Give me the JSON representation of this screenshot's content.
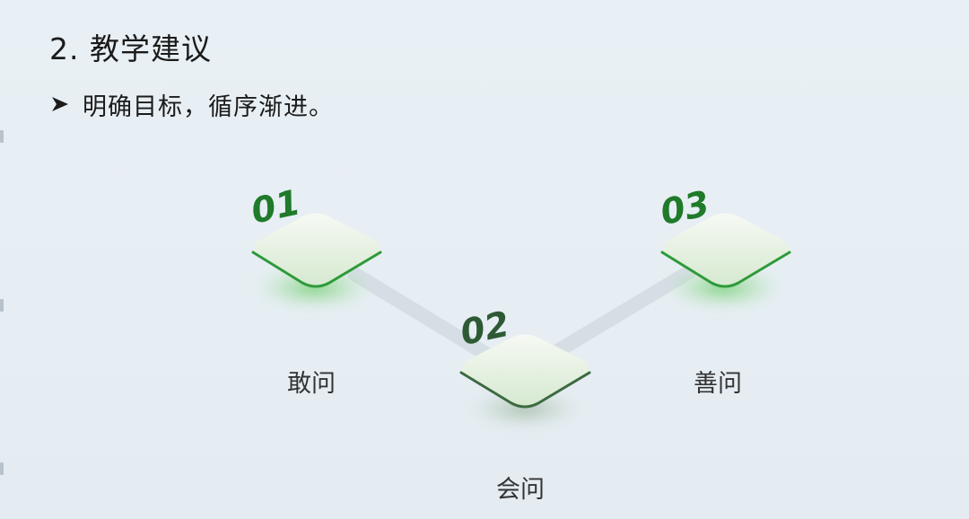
{
  "slide": {
    "title": "2. 教学建议",
    "bullet": {
      "icon": "arrow-bullet-icon",
      "text": "明确目标，循序渐进。"
    }
  },
  "diagram": {
    "nodes": [
      {
        "number": "01",
        "label": "敢问",
        "number_color": "#1f7a2a",
        "accent": "#2e9a3a"
      },
      {
        "number": "02",
        "label": "会问",
        "number_color": "#2d5a34",
        "accent": "#3d6a40"
      },
      {
        "number": "03",
        "label": "善问",
        "number_color": "#1f7a2a",
        "accent": "#2e9a3a"
      }
    ]
  },
  "colors": {
    "background": "#e7eef3",
    "title_text": "#1b1b1b",
    "connector": "#d9e1e7",
    "tile_top": "#f4f8f2",
    "tile_bottom": "#d7ead2"
  }
}
